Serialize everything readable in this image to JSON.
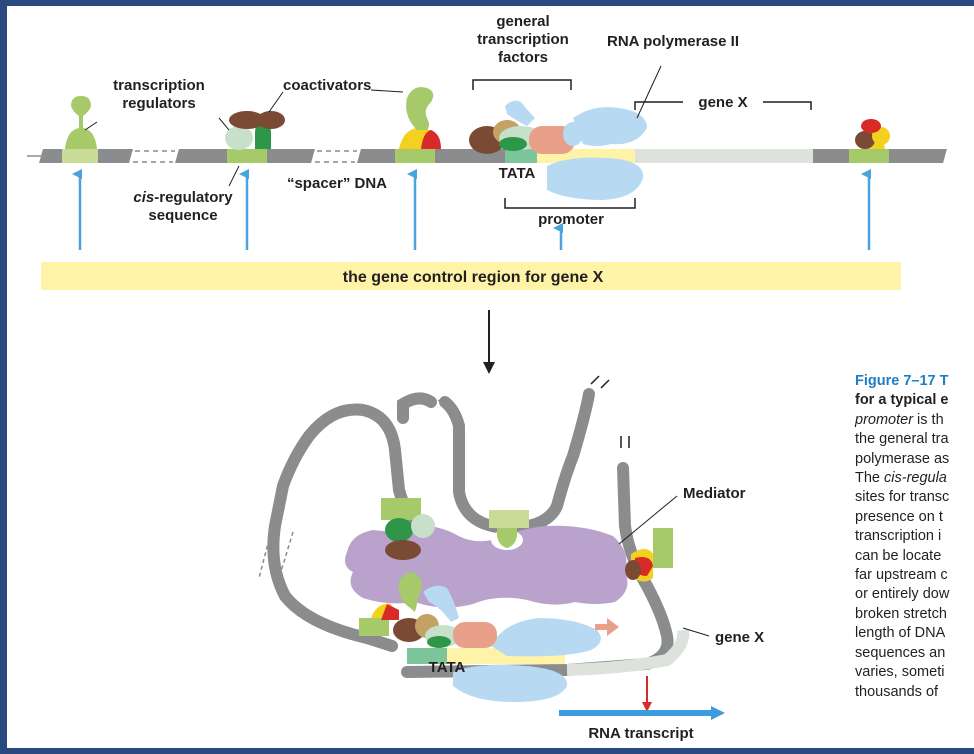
{
  "labels": {
    "transcription_regulators_1": "transcription",
    "transcription_regulators_2": "regulators",
    "coactivators": "coactivators",
    "general_factors_1": "general",
    "general_factors_2": "transcription",
    "general_factors_3": "factors",
    "rna_pol": "RNA polymerase II",
    "gene_x_top": "gene X",
    "cis_1_italic": "cis",
    "cis_1_rest": "-regulatory",
    "cis_2": "sequence",
    "spacer": "“spacer” DNA",
    "tata_top": "TATA",
    "promoter": "promoter",
    "control_region": "the gene control region for gene X",
    "mediator": "Mediator",
    "gene_x_bottom": "gene X",
    "tata_bottom": "TATA",
    "rna_transcript": "RNA transcript"
  },
  "caption": {
    "title": "Figure 7–17 T",
    "line2": "for a typical e",
    "line3_italic": "promoter",
    "line3_rest": " is th",
    "line4": "the general tra",
    "line5": "polymerase as",
    "line6_pre": "The ",
    "line6_italic": "cis-regula",
    "line7": "sites for transc",
    "line8": "presence on t",
    "line9": "transcription i",
    "line10": "can be locate",
    "line11": "far upstream c",
    "line12": "or entirely dow",
    "line13": "broken stretch",
    "line14": "length of DNA",
    "line15": "sequences an",
    "line16": "varies, someti",
    "line17": "thousands of"
  },
  "colors": {
    "dna": "#8a8c8e",
    "regulator_green": "#a6c96a",
    "cis_site_green": "#c8dc98",
    "arrow_blue": "#4aa3df",
    "control_bar": "#fff3a8",
    "mediator_purple": "#b9a2cc",
    "polymerase_blue": "#b7daf2",
    "tata_green": "#7cc49a",
    "factor_brown": "#7a4a35",
    "factor_pink": "#e8a08a",
    "red": "#d92a2a",
    "yellow": "#f2d21e",
    "dark_green": "#2e9648",
    "gene_region": "#dde3dc",
    "transcript_blue": "#3d9bde"
  }
}
